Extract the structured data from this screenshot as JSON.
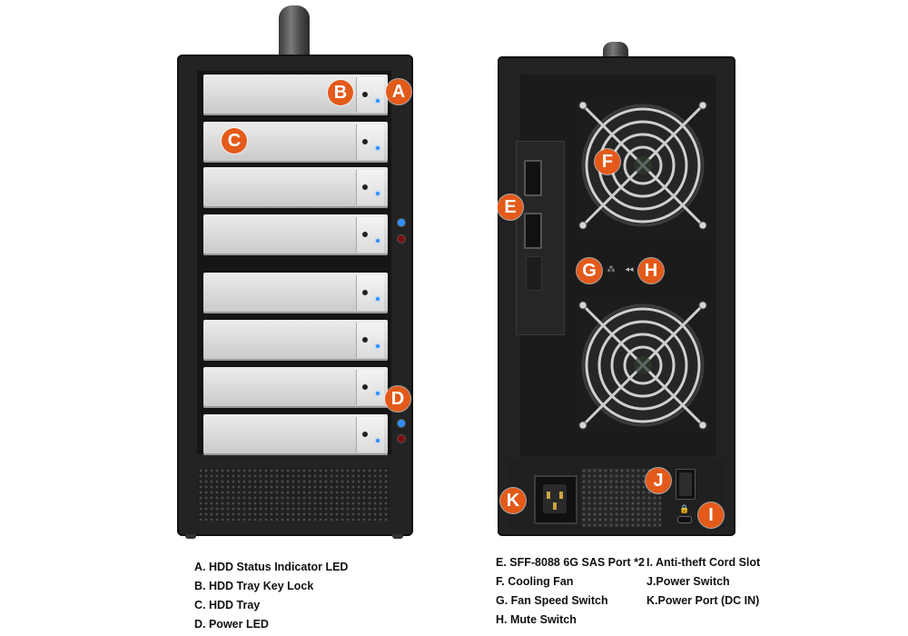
{
  "badges": {
    "A": "A",
    "B": "B",
    "C": "C",
    "D": "D",
    "E": "E",
    "F": "F",
    "G": "G",
    "H": "H",
    "I": "I",
    "J": "J",
    "K": "K"
  },
  "colors": {
    "badge": "#e35a1a",
    "chassis": "#232323",
    "tray": "#dcdcdc",
    "led_blue": "#2e8fff",
    "led_red": "#a01818"
  },
  "front_view": {
    "tray_count": 8
  },
  "legend": {
    "left": [
      "A. HDD Status Indicator LED",
      "B. HDD Tray Key Lock",
      "C. HDD Tray",
      "D. Power LED"
    ],
    "middle": [
      "E. SFF-8088 6G SAS Port *2",
      "F. Cooling Fan",
      "G. Fan Speed Switch",
      "H. Mute Switch"
    ],
    "right": [
      "I. Anti-theft Cord Slot",
      "J.Power Switch",
      "K.Power Port (DC IN)"
    ]
  }
}
